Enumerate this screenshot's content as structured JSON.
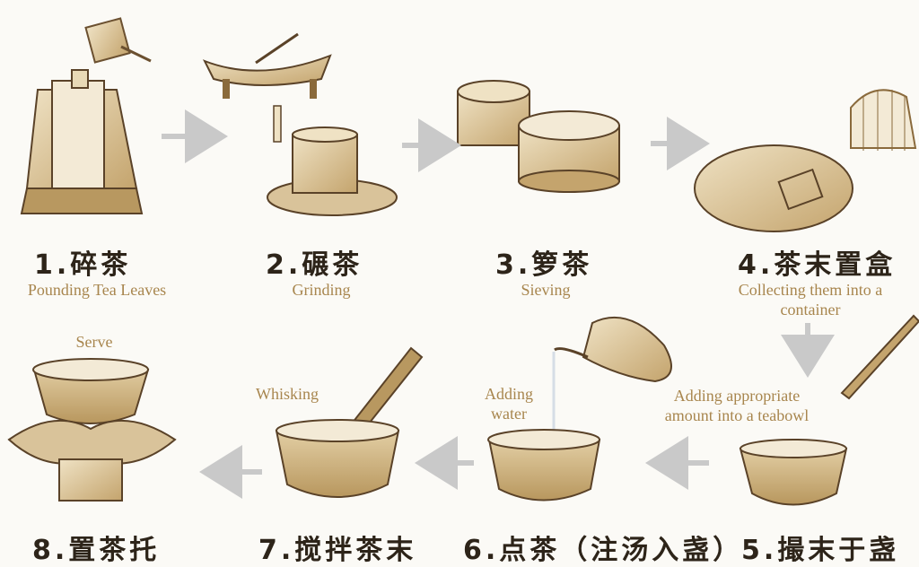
{
  "steps": [
    {
      "number": "1.",
      "zh": "碎茶",
      "en": "Pounding Tea Leaves"
    },
    {
      "number": "2.",
      "zh": "碾茶",
      "en": "Grinding"
    },
    {
      "number": "3.",
      "zh": "箩茶",
      "en": "Sieving"
    },
    {
      "number": "4.",
      "zh": "茶末置盒",
      "en": "Collecting them into a container"
    },
    {
      "number": "5.",
      "zh": "撮末于盏",
      "en": "Adding appropriate amount into a teabowl"
    },
    {
      "number": "6.",
      "zh": "点茶（注汤入盏）",
      "en": "Adding water"
    },
    {
      "number": "7.",
      "zh": "搅拌茶末",
      "en": "Whisking"
    },
    {
      "number": "8.",
      "zh": "置茶托",
      "en": "Serve"
    }
  ],
  "colors": {
    "background": "#fbfaf6",
    "label_en": "#a8864e",
    "label_zh": "#2d2419",
    "arrow": "#c9c9c9",
    "wood": "#d9c39a",
    "wood_dark": "#8a6a3c"
  }
}
